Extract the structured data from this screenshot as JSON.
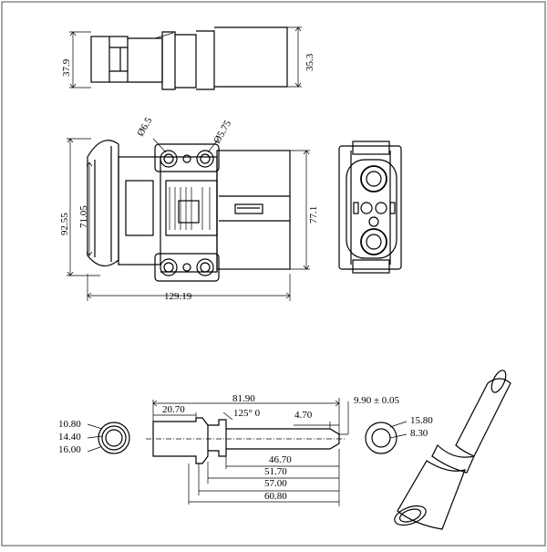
{
  "top_view": {
    "dim_left": "37.9",
    "dim_right": "35.3"
  },
  "front_view": {
    "hole_large": "Ø6.5",
    "hole_small": "Ø5.75",
    "height_outer": "92.55",
    "height_inner": "71.05",
    "height_right": "77.1",
    "length": "129.19"
  },
  "contact": {
    "overall": "81.90",
    "barrel_len": "20.70",
    "angle": "125° 0",
    "tip": "4.70",
    "tip_dia": "9.90 ± 0.05",
    "d1": "46.70",
    "d2": "51.70",
    "d3": "57.00",
    "d4": "60.80",
    "left_dia": [
      "10.80",
      "14.40",
      "16.00"
    ],
    "right_dia": [
      "15.80",
      "8.30"
    ]
  },
  "colors": {
    "line": "#000000",
    "frame": "#888888",
    "background": "#ffffff"
  }
}
